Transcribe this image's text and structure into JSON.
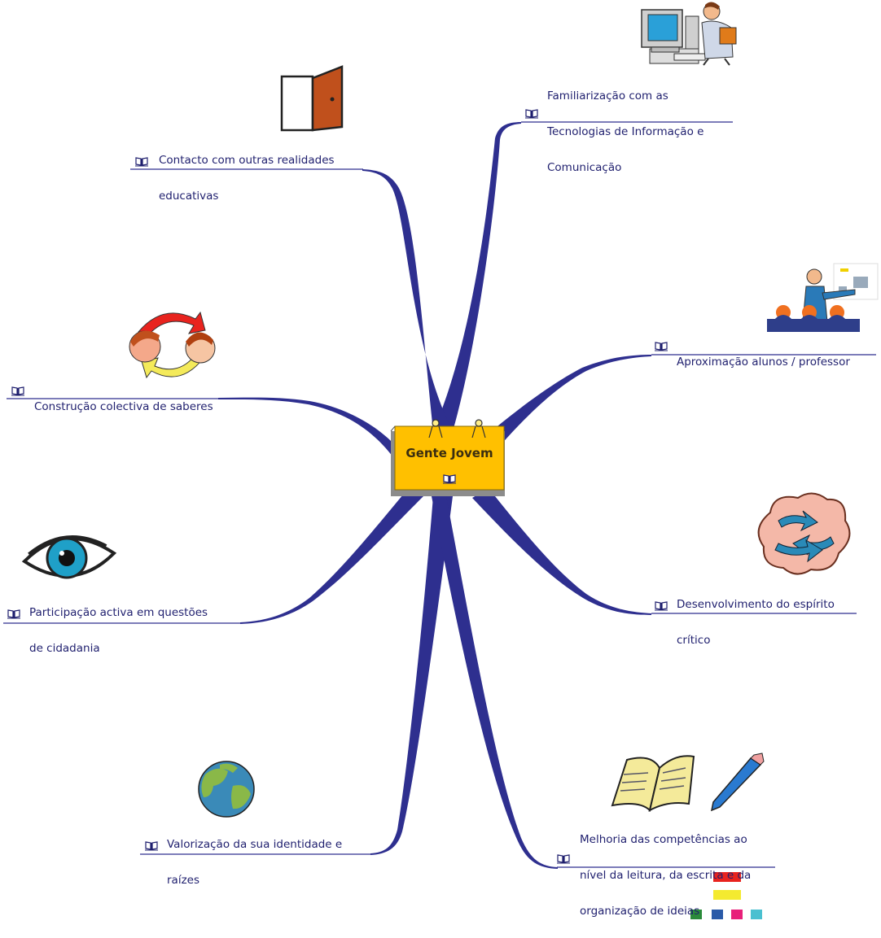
{
  "center": {
    "title": "Gente Jovem"
  },
  "colors": {
    "branch": "#2e2f8f",
    "center_box": "#ffc000",
    "text": "#1f1f6e"
  },
  "branches": [
    {
      "id": "tic",
      "lines": [
        "Familiarização com as",
        "Tecnologias de Informação e",
        "Comunicação"
      ],
      "icon": "computer-user-icon"
    },
    {
      "id": "contacto",
      "lines": [
        "Contacto com outras realidades",
        "educativas"
      ],
      "icon": "door-icon"
    },
    {
      "id": "construcao",
      "lines": [
        "Construção colectiva de saberes"
      ],
      "icon": "people-exchange-icon"
    },
    {
      "id": "aproximacao",
      "lines": [
        "Aproximação alunos / professor"
      ],
      "icon": "teacher-presentation-icon"
    },
    {
      "id": "critico",
      "lines": [
        "Desenvolvimento do espírito",
        "crítico"
      ],
      "icon": "brain-icon"
    },
    {
      "id": "participacao",
      "lines": [
        "Participação activa em questões",
        "de cidadania"
      ],
      "icon": "eye-icon"
    },
    {
      "id": "valorizacao",
      "lines": [
        "Valorização da sua identidade e",
        "raízes"
      ],
      "icon": "globe-icon"
    },
    {
      "id": "melhoria",
      "lines": [
        "Melhoria das competências ao",
        "nível da leitura, da escrita e da",
        "organização de ideias"
      ],
      "icon": "book-pencil-icon"
    }
  ]
}
